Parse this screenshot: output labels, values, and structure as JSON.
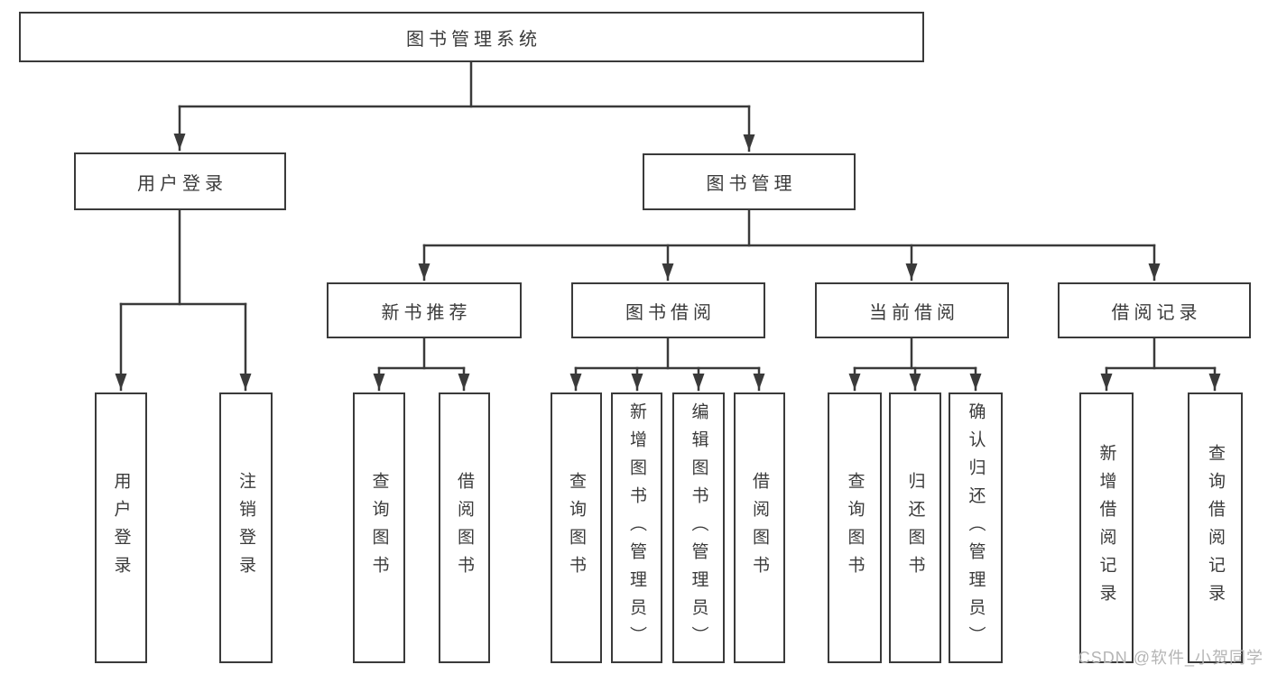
{
  "diagram": {
    "root": "图书管理系统",
    "level2": [
      {
        "id": "user-login",
        "label": "用户登录"
      },
      {
        "id": "book-management",
        "label": "图书管理"
      }
    ],
    "level3": [
      {
        "id": "new-book-recommend",
        "label": "新书推荐"
      },
      {
        "id": "book-borrowing",
        "label": "图书借阅"
      },
      {
        "id": "current-borrowing",
        "label": "当前借阅"
      },
      {
        "id": "borrowing-records",
        "label": "借阅记录"
      }
    ],
    "leaves": {
      "user_login": [
        "用户登录",
        "注销登录"
      ],
      "new_book_recommend": [
        "查询图书",
        "借阅图书"
      ],
      "book_borrowing": [
        "查询图书",
        "新增图书（管理员）",
        "编辑图书（管理员）",
        "借阅图书"
      ],
      "current_borrowing": [
        "查询图书",
        "归还图书",
        "确认归还（管理员）"
      ],
      "borrowing_records": [
        "新增借阅记录",
        "查询借阅记录"
      ]
    }
  },
  "watermark": {
    "text": "CSDN @软件_小贺同学"
  },
  "colors": {
    "line_color": "#3a3a3a",
    "text_color": "#3b3b3b",
    "watermark_color": "#b5b5b5",
    "background_color": "#ffffff"
  }
}
